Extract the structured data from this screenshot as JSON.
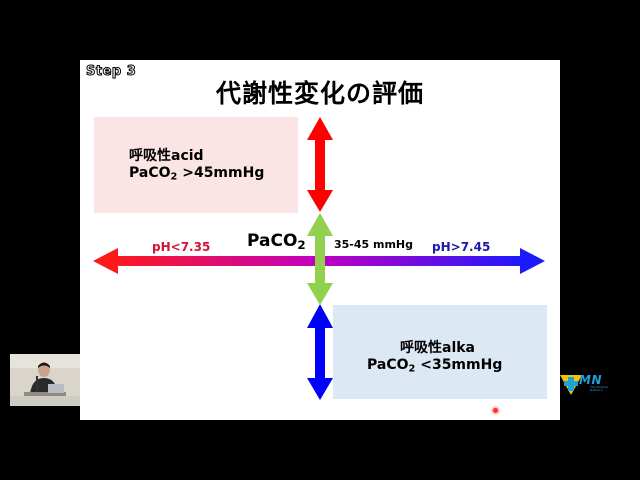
{
  "slide": {
    "step_label": "Step 3",
    "title": "代謝性変化の評価",
    "acid_box": {
      "line1": "呼吸性acid",
      "line2_prefix": "PaCO",
      "line2_sub": "2",
      "line2_suffix": " >45mmHg"
    },
    "alka_box": {
      "line1": "呼吸性alka",
      "line2_prefix": "PaCO",
      "line2_sub": "2",
      "line2_suffix": " <35mmHg"
    },
    "center_prefix": "PaCO",
    "center_sub": "2",
    "range": "35-45 mmHg",
    "ph_low": "pH<7.35",
    "ph_high": "pH>7.45"
  },
  "colors": {
    "acid": "#ff0000",
    "alka": "#0000ff",
    "normal": "#92d050",
    "acid_box": "#fbe4e4",
    "alka_box": "#dde8f5",
    "logo": "#1da1d8",
    "logo_shield": "#f5c400"
  },
  "logo": {
    "text": "MN",
    "sub": "The Medical Network"
  }
}
